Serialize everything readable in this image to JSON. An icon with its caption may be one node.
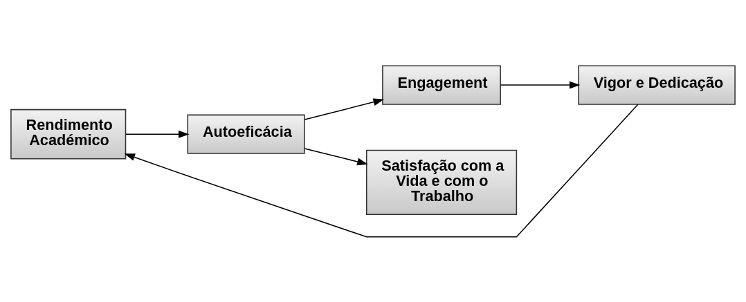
{
  "diagram": {
    "nodes": [
      {
        "text": [
          "Rendimento Académico"
        ]
      },
      {
        "text": [
          "Autoeficácia"
        ]
      },
      {
        "text": [
          "Engagement"
        ]
      },
      {
        "text": [
          "Vigor e Dedicação"
        ]
      },
      {
        "text": [
          "Satisfação com a Vida e com o Trabalho"
        ]
      }
    ],
    "edges": [
      {
        "from": 0,
        "to": 1,
        "arrow": "to"
      },
      {
        "from": 1,
        "to": 2,
        "arrow": "to"
      },
      {
        "from": 2,
        "to": 3,
        "arrow": "to"
      },
      {
        "from": 1,
        "to": 4,
        "arrow": "to"
      },
      {
        "from": 3,
        "to": 0,
        "arrow": "to"
      }
    ]
  }
}
